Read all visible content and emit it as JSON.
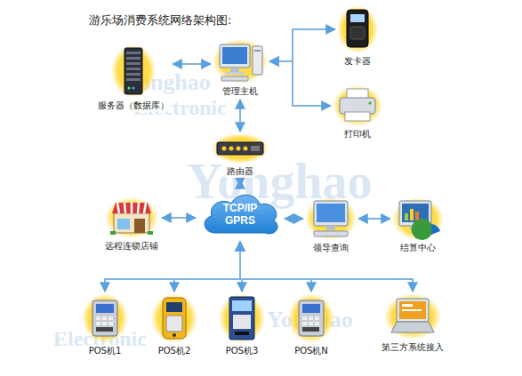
{
  "diagram": {
    "title": "游乐场消费系统网络架构图:",
    "nodes": [
      {
        "text": [
          "服务器（数据库）"
        ]
      },
      {
        "text": [
          "管理主机"
        ]
      },
      {
        "text": [
          "发卡器"
        ]
      },
      {
        "text": [
          "打印机"
        ]
      },
      {
        "text": [
          "路由器"
        ]
      },
      {
        "text": [
          "TCP/IP GPRS"
        ]
      },
      {
        "text": [
          "远程连锁店铺"
        ]
      },
      {
        "text": [
          "领导查询"
        ]
      },
      {
        "text": [
          "结算中心"
        ]
      },
      {
        "text": [
          "POS机1"
        ]
      },
      {
        "text": [
          "POS机2"
        ]
      },
      {
        "text": [
          "POS机3"
        ]
      },
      {
        "text": [
          "POS机N"
        ]
      },
      {
        "text": [
          "第三方系统接入"
        ]
      }
    ],
    "edges": [
      {
        "from": 0,
        "to": 1,
        "arrow": "both"
      },
      {
        "from": 1,
        "to": 2,
        "arrow": "both"
      },
      {
        "from": 1,
        "to": 3,
        "arrow": "both"
      },
      {
        "from": 1,
        "to": 4,
        "arrow": "both"
      },
      {
        "from": 4,
        "to": 5,
        "arrow": "both"
      },
      {
        "from": 6,
        "to": 5,
        "arrow": "both"
      },
      {
        "from": 5,
        "to": 7,
        "arrow": "both"
      },
      {
        "from": 7,
        "to": 8,
        "arrow": "both"
      },
      {
        "from": 5,
        "to": 9,
        "arrow": "both"
      },
      {
        "from": 5,
        "to": 10,
        "arrow": "both"
      },
      {
        "from": 5,
        "to": 11,
        "arrow": "both"
      },
      {
        "from": 5,
        "to": 12,
        "arrow": "both"
      },
      {
        "from": 5,
        "to": 13,
        "arrow": "both"
      }
    ],
    "labels": [
      "Yonghao",
      "Electronic",
      "Yonghao",
      "Yonghao",
      "Electronic"
    ]
  }
}
